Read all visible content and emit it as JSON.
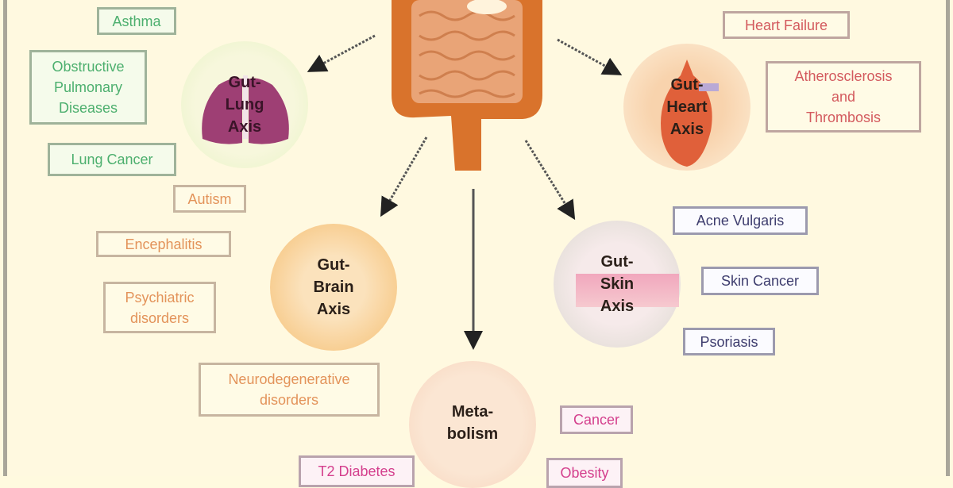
{
  "diagram": {
    "center": {
      "organ": "gut-intestine-illustration"
    },
    "axes": [
      {
        "id": "lung",
        "label": "Gut-\nLung\nAxis",
        "diseases": [
          "Asthma",
          "Obstructive\nPulmonary\nDiseases",
          "Lung Cancer"
        ],
        "color": "#4caf6e"
      },
      {
        "id": "heart",
        "label": "Gut-\nHeart\nAxis",
        "diseases": [
          "Heart Failure",
          "Atherosclerosis\nand\nThrombosis"
        ],
        "color": "#d35a5e"
      },
      {
        "id": "brain",
        "label": "Gut-\nBrain\nAxis",
        "diseases": [
          "Autism",
          "Encephalitis",
          "Psychiatric\ndisorders",
          "Neurodegenerative\ndisorders"
        ],
        "color": "#e3935a"
      },
      {
        "id": "skin",
        "label": "Gut-\nSkin\nAxis",
        "diseases": [
          "Acne Vulgaris",
          "Skin Cancer",
          "Psoriasis"
        ],
        "color": "#3e3d6e"
      },
      {
        "id": "metabolism",
        "label": "Meta-\nbolism",
        "diseases": [
          "Cancer",
          "T2 Diabetes",
          "Obesity"
        ],
        "color": "#d43f8d"
      }
    ],
    "colors": {
      "background": "#fff9e0",
      "arrow": "#333333",
      "frame": "#a9a69a"
    }
  }
}
